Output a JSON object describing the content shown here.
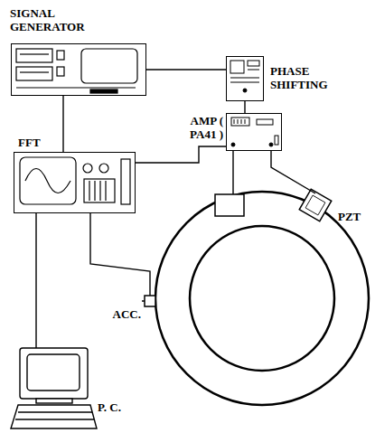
{
  "diagram": {
    "nodes": [
      {
        "text": [
          "SIGNAL GENERATOR"
        ]
      },
      {
        "text": [
          "PHASE SHIFTING"
        ]
      },
      {
        "text": [
          "AMP ( PA41 )"
        ]
      },
      {
        "text": [
          "FFT"
        ]
      },
      {
        "text": [
          "P. C."
        ]
      },
      {
        "text": [
          "ACC."
        ]
      },
      {
        "text": [
          "PZT"
        ]
      }
    ],
    "edges": [
      {
        "from": 0,
        "to": 1,
        "arrow": "none"
      },
      {
        "from": 0,
        "to": 3,
        "arrow": "none"
      },
      {
        "from": 1,
        "to": 2,
        "arrow": "none"
      },
      {
        "from": 3,
        "to": 2,
        "arrow": "none"
      },
      {
        "from": 2,
        "to": 6,
        "arrow": "none"
      },
      {
        "from": 5,
        "to": 3,
        "arrow": "none"
      },
      {
        "from": 3,
        "to": 4,
        "arrow": "none"
      }
    ]
  }
}
